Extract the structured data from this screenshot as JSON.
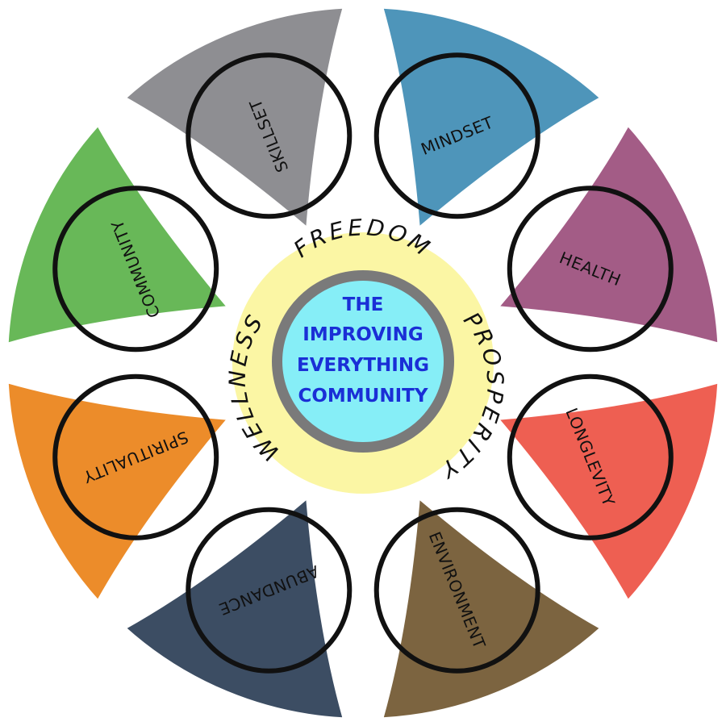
{
  "segments": [
    {
      "label": "MINDSET",
      "color": "#4E95BA"
    },
    {
      "label": "HEALTH",
      "color": "#A35C86"
    },
    {
      "label": "LONGLEVITY",
      "color": "#EE5F52"
    },
    {
      "label": "ENVIRONMENT",
      "color": "#7C6440"
    },
    {
      "label": "ABUNDANCE",
      "color": "#3C4D63"
    },
    {
      "label": "SPIRITUALITY",
      "color": "#EC8C2A"
    },
    {
      "label": "COMMUNITY",
      "color": "#68B858"
    },
    {
      "label": "SKILLSET",
      "color": "#8E8E92"
    }
  ],
  "ring": {
    "top": "FREEDOM",
    "right": "PROSPERITY",
    "left": "WELLNESS",
    "fill_color": "#FBF6A4",
    "border_color": "#7A7A7A"
  },
  "center": {
    "lines": [
      "THE",
      "IMPROVING",
      "EVERYTHING",
      "COMMUNITY"
    ],
    "fill_color": "#86EEF7",
    "text_color": "#1A2FD6"
  }
}
